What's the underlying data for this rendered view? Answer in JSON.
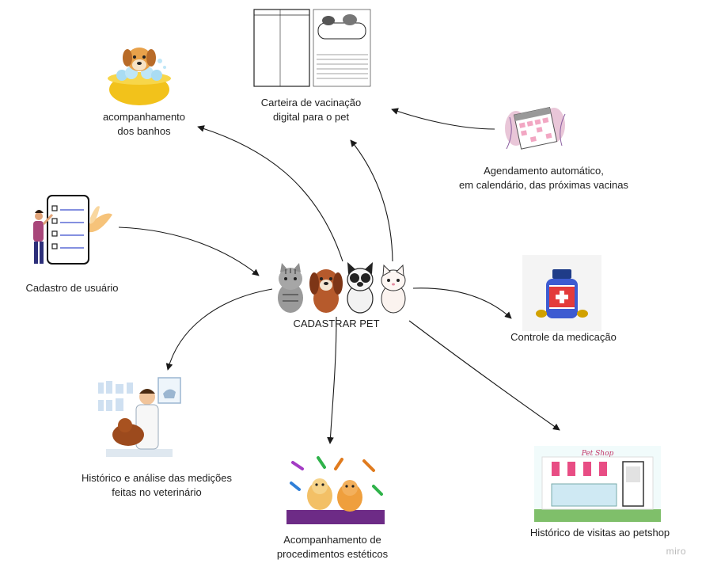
{
  "center": {
    "label": "CADASTRAR PET"
  },
  "nodes": {
    "banhos": {
      "label": "acompanhamento\ndos banhos"
    },
    "vacina": {
      "label": "Carteira de vacinação\ndigital para o pet"
    },
    "agendamento": {
      "label": "Agendamento automático,\nem calendário, das próximas vacinas"
    },
    "cadastro_usuario": {
      "label": "Cadastro de usuário"
    },
    "medicacao": {
      "label": "Controle da medicação"
    },
    "veterinario": {
      "label": "Histórico e análise das medições\nfeitas no veterinário"
    },
    "esteticos": {
      "label": "Acompanhamento de\nprocedimentos estéticos"
    },
    "petshop": {
      "label": "Histórico de visitas ao petshop",
      "sign": "Pet Shop"
    }
  },
  "watermark": "miro"
}
